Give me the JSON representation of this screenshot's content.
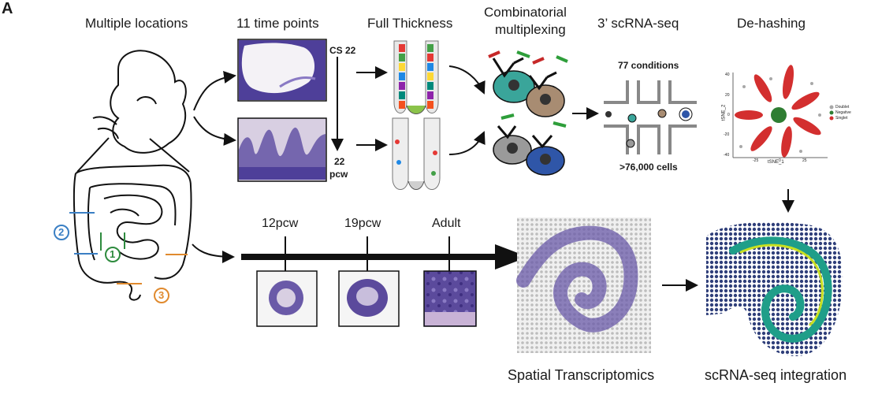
{
  "panel_letter": "A",
  "headers": {
    "locations": "Multiple locations",
    "timepoints": "11 time points",
    "thickness": "Full Thickness",
    "multiplex_l1": "Combinatorial",
    "multiplex_l2": "multiplexing",
    "scrnaseq": "3’ scRNA-seq",
    "dehash": "De-hashing"
  },
  "timepoints": {
    "start": "CS 22",
    "end_value": "22",
    "end_unit": "pcw"
  },
  "chip": {
    "conditions": "77 conditions",
    "cells": ">76,000 cells"
  },
  "tsne": {
    "xlabel": "tSNE_1",
    "ylabel": "tSNE_2",
    "yticks": [
      "40",
      "20",
      "0",
      "-20",
      "-40"
    ],
    "xticks": [
      "-25",
      "0",
      "25"
    ],
    "legend": [
      {
        "label": "Doublet",
        "color": "#a8a8a8"
      },
      {
        "label": "Negative",
        "color": "#2e7d32"
      },
      {
        "label": "Singlet",
        "color": "#d32f2f"
      }
    ]
  },
  "locations": [
    {
      "num": "2",
      "color": "#3a7fc4"
    },
    {
      "num": "1",
      "color": "#2e8b3e"
    },
    {
      "num": "3",
      "color": "#e08a2e"
    }
  ],
  "timeline": [
    {
      "label": "12pcw"
    },
    {
      "label": "19pcw"
    },
    {
      "label": "Adult"
    }
  ],
  "bottom": {
    "spatial": "Spatial Transcriptomics",
    "integration": "scRNA-seq integration"
  },
  "colors": {
    "he_stain": "#6a5aa8",
    "teal_cell": "#3aa59a",
    "brown_cell": "#a88c72",
    "grey_cell": "#9a9a9a",
    "blue_cell": "#2f56a8",
    "antibody_red": "#c62828",
    "antibody_green": "#2e9e3a",
    "viridis_dark": "#2b3f7a",
    "viridis_teal": "#1f9e89",
    "viridis_yellow": "#c8e020"
  }
}
